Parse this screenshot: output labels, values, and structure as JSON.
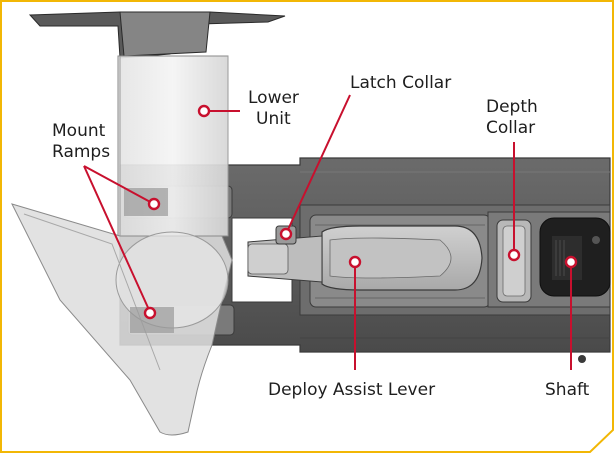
{
  "labels": {
    "lower_unit": [
      "Lower",
      "Unit"
    ],
    "latch_collar": "Latch Collar",
    "mount_ramps": [
      "Mount",
      "Ramps"
    ],
    "depth_collar": [
      "Depth",
      "Collar"
    ],
    "deploy_assist_lever": "Deploy Assist Lever",
    "shaft": "Shaft"
  },
  "colors": {
    "accent": "#c8102e",
    "border": "#f2b705"
  }
}
